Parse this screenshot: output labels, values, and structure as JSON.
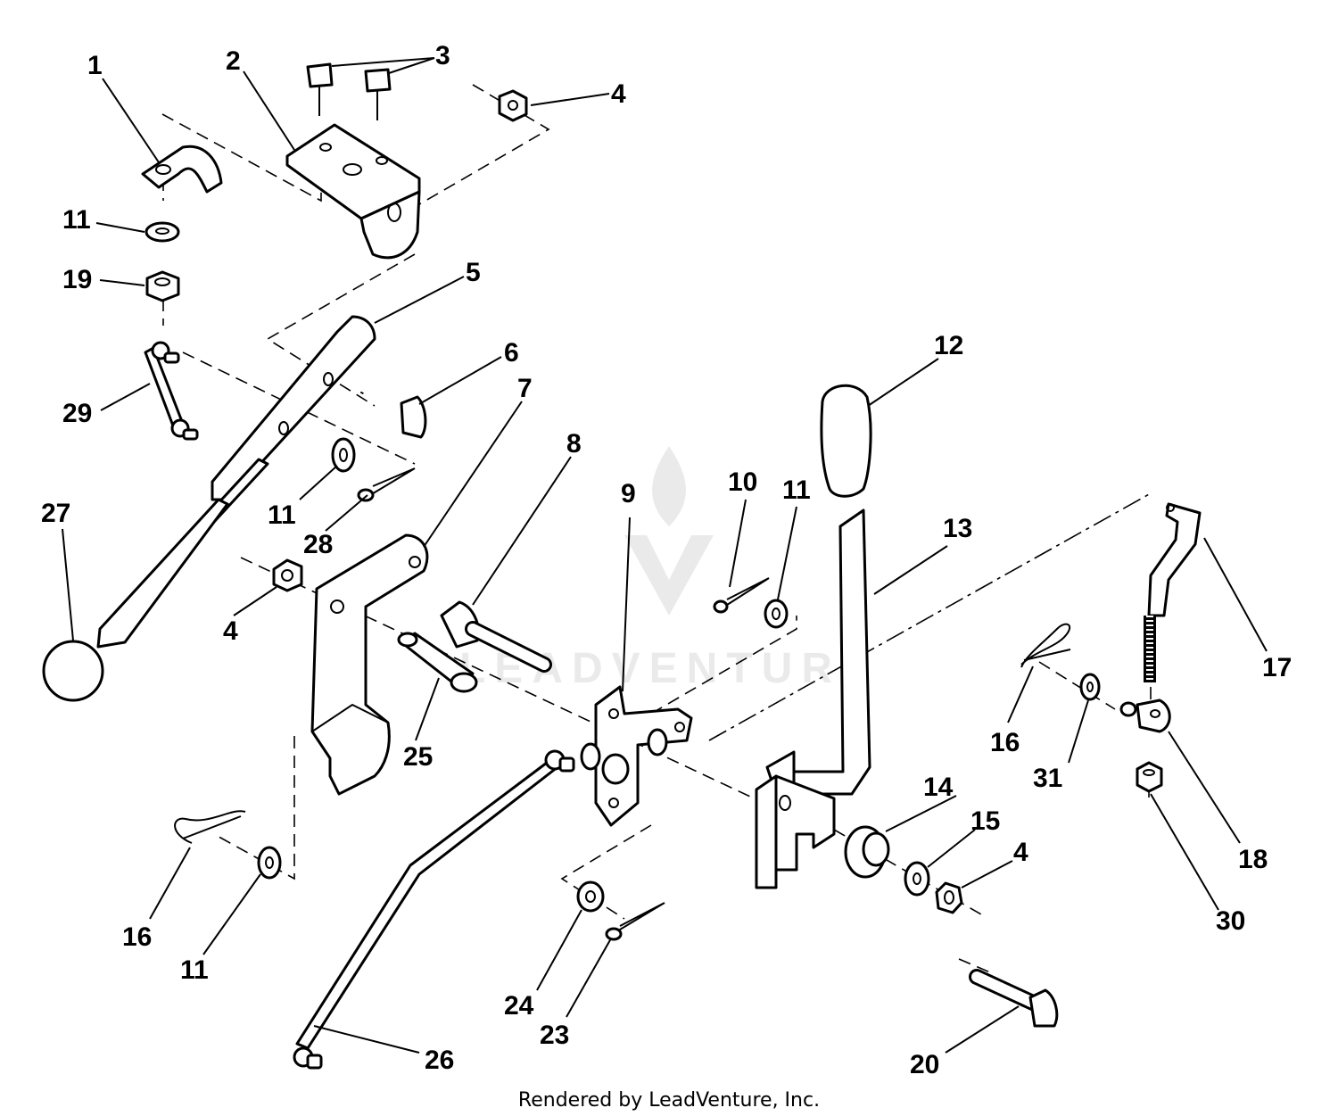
{
  "diagram": {
    "callouts": [
      {
        "id": "c1",
        "label": "1"
      },
      {
        "id": "c2",
        "label": "2"
      },
      {
        "id": "c3",
        "label": "3"
      },
      {
        "id": "c4a",
        "label": "4"
      },
      {
        "id": "c5",
        "label": "5"
      },
      {
        "id": "c6",
        "label": "6"
      },
      {
        "id": "c7",
        "label": "7"
      },
      {
        "id": "c8",
        "label": "8"
      },
      {
        "id": "c9",
        "label": "9"
      },
      {
        "id": "c10",
        "label": "10"
      },
      {
        "id": "c11a",
        "label": "11"
      },
      {
        "id": "c11b",
        "label": "11"
      },
      {
        "id": "c11c",
        "label": "11"
      },
      {
        "id": "c11d",
        "label": "11"
      },
      {
        "id": "c12",
        "label": "12"
      },
      {
        "id": "c13",
        "label": "13"
      },
      {
        "id": "c14",
        "label": "14"
      },
      {
        "id": "c15",
        "label": "15"
      },
      {
        "id": "c4b",
        "label": "4"
      },
      {
        "id": "c4c",
        "label": "4"
      },
      {
        "id": "c16a",
        "label": "16"
      },
      {
        "id": "c16b",
        "label": "16"
      },
      {
        "id": "c17",
        "label": "17"
      },
      {
        "id": "c18",
        "label": "18"
      },
      {
        "id": "c19",
        "label": "19"
      },
      {
        "id": "c20",
        "label": "20"
      },
      {
        "id": "c23",
        "label": "23"
      },
      {
        "id": "c24",
        "label": "24"
      },
      {
        "id": "c25",
        "label": "25"
      },
      {
        "id": "c26",
        "label": "26"
      },
      {
        "id": "c27",
        "label": "27"
      },
      {
        "id": "c28",
        "label": "28"
      },
      {
        "id": "c29",
        "label": "29"
      },
      {
        "id": "c30",
        "label": "30"
      },
      {
        "id": "c31",
        "label": "31"
      }
    ],
    "watermark": "LEADVENTURE",
    "footer": "Rendered by LeadVenture, Inc."
  }
}
